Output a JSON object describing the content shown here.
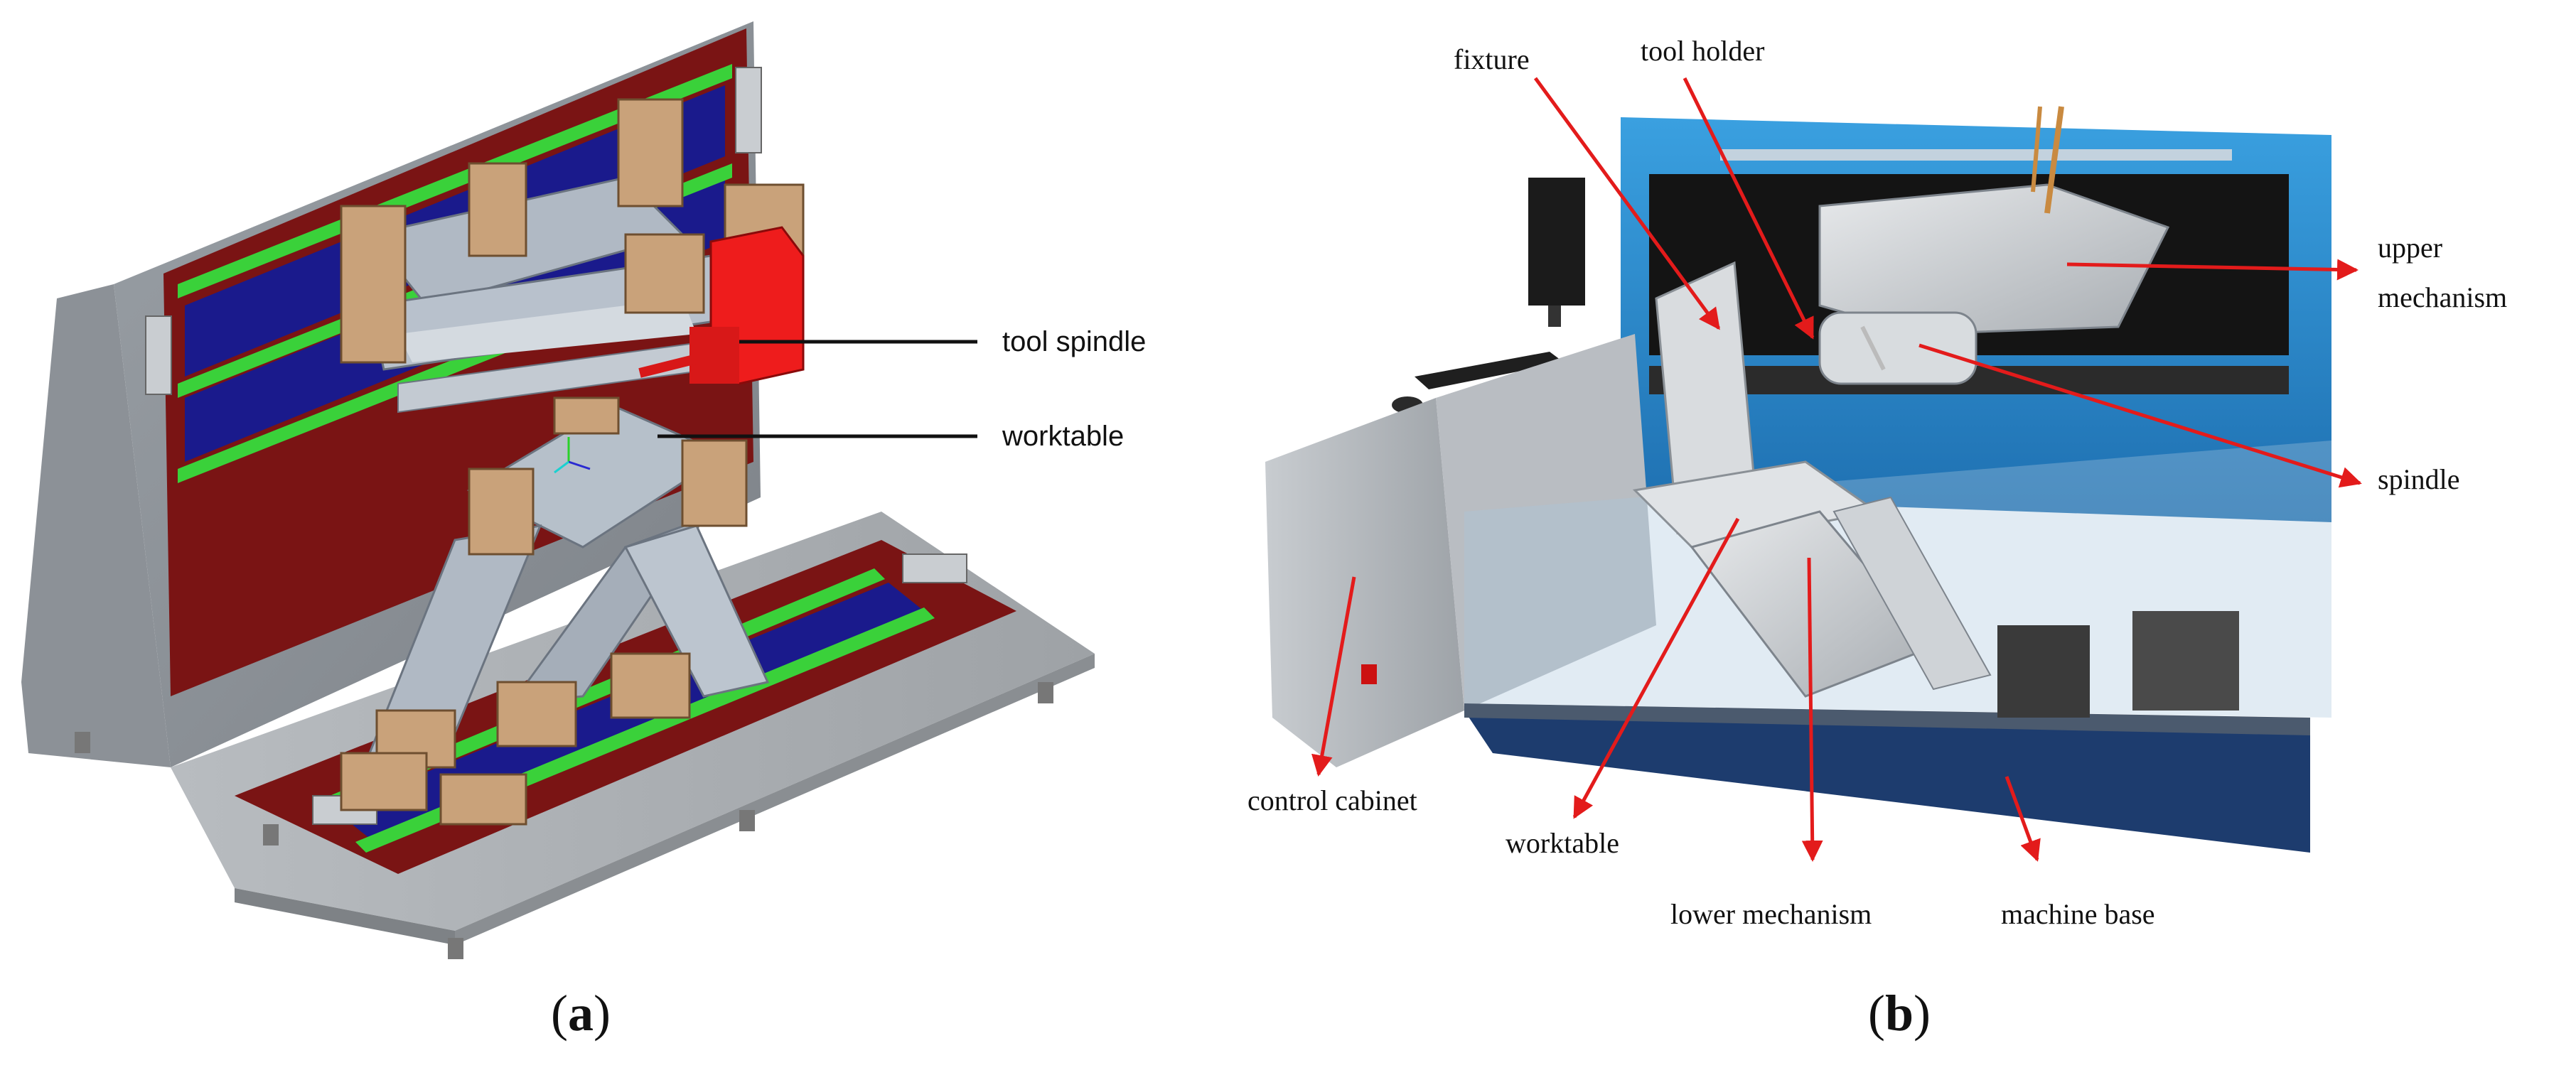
{
  "panel_a": {
    "labels": {
      "tool_spindle": "tool spindle",
      "worktable": "worktable"
    },
    "caption": {
      "open": "(",
      "letter": "a",
      "close": ")"
    }
  },
  "panel_b": {
    "labels": {
      "fixture": "fixture",
      "tool_holder": "tool holder",
      "upper_mechanism_1": "upper",
      "upper_mechanism_2": "mechanism",
      "spindle": "spindle",
      "control_cabinet": "control cabinet",
      "worktable": "worktable",
      "lower_mechanism": "lower mechanism",
      "machine_base": "machine base"
    },
    "caption": {
      "open": "(",
      "letter": "b",
      "close": ")"
    }
  },
  "colors": {
    "leader_a": "#111111",
    "leader_b": "#e31b1b",
    "rail_green": "#3ad13a",
    "plate_maroon": "#7a1414",
    "slot_blue": "#1a1a8c",
    "block_tan": "#c9a27a",
    "spindle_red": "#ee1c1c",
    "frame_blue": "#2f8fd6"
  }
}
